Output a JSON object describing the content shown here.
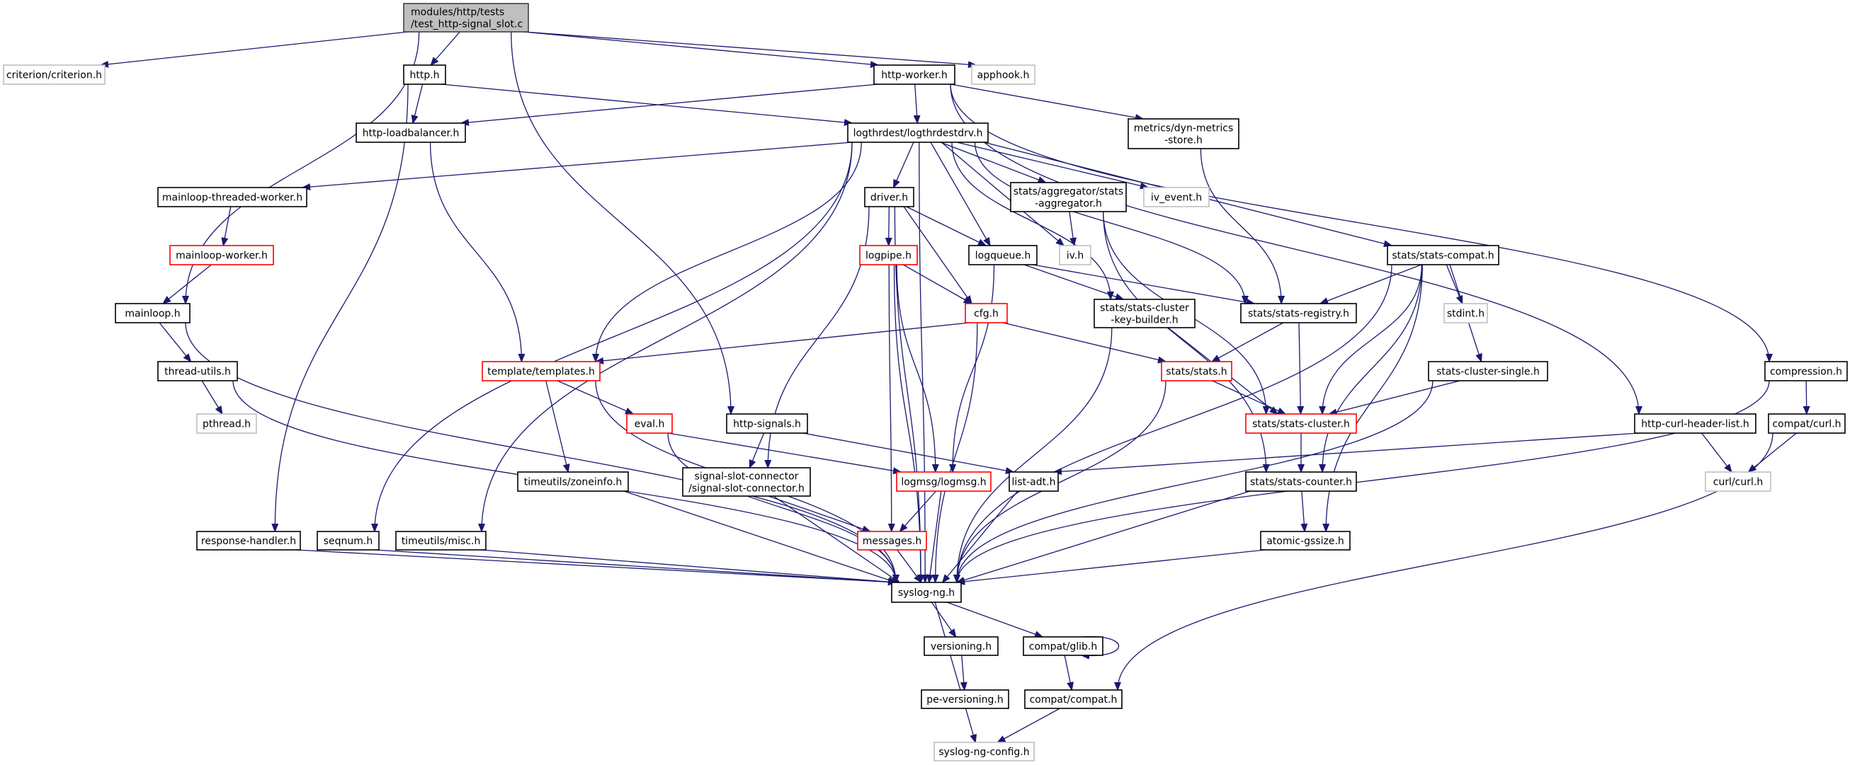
{
  "title": "Include dependency graph for modules/http/tests/test_http-signal_slot.c",
  "colors": {
    "edge": "#191970",
    "root_fill": "#bfbfbf",
    "root_border": "#404040",
    "normal_border": "#000000",
    "missing_border": "#bfbfbf",
    "truncated_border": "#ff0000"
  },
  "nodes": [
    {
      "id": "root",
      "label": [
        "modules/http/tests",
        "/test_http-signal_slot.c"
      ],
      "kind": "root"
    },
    {
      "id": "criterion",
      "label": [
        "criterion/criterion.h"
      ],
      "kind": "missing"
    },
    {
      "id": "http",
      "label": [
        "http.h"
      ],
      "kind": "normal"
    },
    {
      "id": "http_worker",
      "label": [
        "http-worker.h"
      ],
      "kind": "normal"
    },
    {
      "id": "apphook",
      "label": [
        "apphook.h"
      ],
      "kind": "missing"
    },
    {
      "id": "http_loadbalancer",
      "label": [
        "http-loadbalancer.h"
      ],
      "kind": "normal"
    },
    {
      "id": "logthrdestdrv",
      "label": [
        "logthrdest/logthrdestdrv.h"
      ],
      "kind": "normal"
    },
    {
      "id": "dyn_metrics",
      "label": [
        "metrics/dyn-metrics",
        "-store.h"
      ],
      "kind": "normal"
    },
    {
      "id": "mainloop_threaded_worker",
      "label": [
        "mainloop-threaded-worker.h"
      ],
      "kind": "normal"
    },
    {
      "id": "driver",
      "label": [
        "driver.h"
      ],
      "kind": "normal"
    },
    {
      "id": "stats_aggregator",
      "label": [
        "stats/aggregator/stats",
        "-aggregator.h"
      ],
      "kind": "normal"
    },
    {
      "id": "iv_event",
      "label": [
        "iv_event.h"
      ],
      "kind": "missing"
    },
    {
      "id": "mainloop_worker",
      "label": [
        "mainloop-worker.h"
      ],
      "kind": "truncated"
    },
    {
      "id": "logpipe",
      "label": [
        "logpipe.h"
      ],
      "kind": "truncated"
    },
    {
      "id": "logqueue",
      "label": [
        "logqueue.h"
      ],
      "kind": "normal"
    },
    {
      "id": "iv",
      "label": [
        "iv.h"
      ],
      "kind": "missing"
    },
    {
      "id": "stats_compat",
      "label": [
        "stats/stats-compat.h"
      ],
      "kind": "normal"
    },
    {
      "id": "mainloop",
      "label": [
        "mainloop.h"
      ],
      "kind": "normal"
    },
    {
      "id": "cfg",
      "label": [
        "cfg.h"
      ],
      "kind": "truncated"
    },
    {
      "id": "key_builder",
      "label": [
        "stats/stats-cluster",
        "-key-builder.h"
      ],
      "kind": "normal"
    },
    {
      "id": "stats_registry",
      "label": [
        "stats/stats-registry.h"
      ],
      "kind": "normal"
    },
    {
      "id": "stdint",
      "label": [
        "stdint.h"
      ],
      "kind": "missing"
    },
    {
      "id": "thread_utils",
      "label": [
        "thread-utils.h"
      ],
      "kind": "normal"
    },
    {
      "id": "templates",
      "label": [
        "template/templates.h"
      ],
      "kind": "truncated"
    },
    {
      "id": "stats",
      "label": [
        "stats/stats.h"
      ],
      "kind": "truncated"
    },
    {
      "id": "stats_cluster_single",
      "label": [
        "stats-cluster-single.h"
      ],
      "kind": "normal"
    },
    {
      "id": "compression",
      "label": [
        "compression.h"
      ],
      "kind": "normal"
    },
    {
      "id": "pthread",
      "label": [
        "pthread.h"
      ],
      "kind": "missing"
    },
    {
      "id": "eval",
      "label": [
        "eval.h"
      ],
      "kind": "truncated"
    },
    {
      "id": "http_signals",
      "label": [
        "http-signals.h"
      ],
      "kind": "normal"
    },
    {
      "id": "stats_cluster",
      "label": [
        "stats/stats-cluster.h"
      ],
      "kind": "truncated"
    },
    {
      "id": "http_curl_header_list",
      "label": [
        "http-curl-header-list.h"
      ],
      "kind": "normal"
    },
    {
      "id": "compat_curl",
      "label": [
        "compat/curl.h"
      ],
      "kind": "normal"
    },
    {
      "id": "zoneinfo",
      "label": [
        "timeutils/zoneinfo.h"
      ],
      "kind": "normal"
    },
    {
      "id": "signal_slot_connector",
      "label": [
        "signal-slot-connector",
        "/signal-slot-connector.h"
      ],
      "kind": "normal"
    },
    {
      "id": "logmsg",
      "label": [
        "logmsg/logmsg.h"
      ],
      "kind": "truncated"
    },
    {
      "id": "list_adt",
      "label": [
        "list-adt.h"
      ],
      "kind": "normal"
    },
    {
      "id": "stats_counter",
      "label": [
        "stats/stats-counter.h"
      ],
      "kind": "normal"
    },
    {
      "id": "curl_curl",
      "label": [
        "curl/curl.h"
      ],
      "kind": "missing"
    },
    {
      "id": "response_handler",
      "label": [
        "response-handler.h"
      ],
      "kind": "normal"
    },
    {
      "id": "seqnum",
      "label": [
        "seqnum.h"
      ],
      "kind": "normal"
    },
    {
      "id": "timeutils_misc",
      "label": [
        "timeutils/misc.h"
      ],
      "kind": "normal"
    },
    {
      "id": "messages",
      "label": [
        "messages.h"
      ],
      "kind": "truncated"
    },
    {
      "id": "atomic_gssize",
      "label": [
        "atomic-gssize.h"
      ],
      "kind": "normal"
    },
    {
      "id": "syslog_ng",
      "label": [
        "syslog-ng.h"
      ],
      "kind": "normal"
    },
    {
      "id": "versioning",
      "label": [
        "versioning.h"
      ],
      "kind": "normal"
    },
    {
      "id": "compat_glib",
      "label": [
        "compat/glib.h"
      ],
      "kind": "normal"
    },
    {
      "id": "pe_versioning",
      "label": [
        "pe-versioning.h"
      ],
      "kind": "normal"
    },
    {
      "id": "compat_compat",
      "label": [
        "compat/compat.h"
      ],
      "kind": "normal"
    },
    {
      "id": "syslog_ng_config",
      "label": [
        "syslog-ng-config.h"
      ],
      "kind": "missing"
    }
  ],
  "edges": [
    [
      "root",
      "criterion"
    ],
    [
      "root",
      "http"
    ],
    [
      "root",
      "http_worker"
    ],
    [
      "root",
      "apphook"
    ],
    [
      "root",
      "mainloop"
    ],
    [
      "root",
      "http_signals"
    ],
    [
      "http",
      "http_loadbalancer"
    ],
    [
      "http",
      "logthrdestdrv"
    ],
    [
      "http",
      "response_handler"
    ],
    [
      "http_worker",
      "http_loadbalancer"
    ],
    [
      "http_worker",
      "logthrdestdrv"
    ],
    [
      "http_worker",
      "dyn_metrics"
    ],
    [
      "http_worker",
      "http_curl_header_list"
    ],
    [
      "http_worker",
      "compression"
    ],
    [
      "http_loadbalancer",
      "templates"
    ],
    [
      "logthrdestdrv",
      "mainloop_threaded_worker"
    ],
    [
      "logthrdestdrv",
      "driver"
    ],
    [
      "logthrdestdrv",
      "stats_aggregator"
    ],
    [
      "logthrdestdrv",
      "iv_event"
    ],
    [
      "logthrdestdrv",
      "logqueue"
    ],
    [
      "logthrdestdrv",
      "iv"
    ],
    [
      "logthrdestdrv",
      "stats_compat"
    ],
    [
      "logthrdestdrv",
      "key_builder"
    ],
    [
      "logthrdestdrv",
      "stats_registry"
    ],
    [
      "logthrdestdrv",
      "templates"
    ],
    [
      "logthrdestdrv",
      "seqnum"
    ],
    [
      "logthrdestdrv",
      "timeutils_misc"
    ],
    [
      "logthrdestdrv",
      "syslog_ng"
    ],
    [
      "dyn_metrics",
      "stats_registry"
    ],
    [
      "mainloop_threaded_worker",
      "mainloop_worker"
    ],
    [
      "mainloop_worker",
      "mainloop"
    ],
    [
      "mainloop",
      "thread_utils"
    ],
    [
      "mainloop",
      "syslog_ng"
    ],
    [
      "thread_utils",
      "pthread"
    ],
    [
      "thread_utils",
      "syslog_ng"
    ],
    [
      "driver",
      "logpipe"
    ],
    [
      "driver",
      "logqueue"
    ],
    [
      "driver",
      "cfg"
    ],
    [
      "driver",
      "signal_slot_connector"
    ],
    [
      "driver",
      "syslog_ng"
    ],
    [
      "stats_aggregator",
      "iv"
    ],
    [
      "stats_aggregator",
      "stats_cluster"
    ],
    [
      "stats_aggregator",
      "stats_counter"
    ],
    [
      "logpipe",
      "cfg"
    ],
    [
      "logpipe",
      "logmsg"
    ],
    [
      "logpipe",
      "messages"
    ],
    [
      "logpipe",
      "syslog_ng"
    ],
    [
      "logqueue",
      "stats_registry"
    ],
    [
      "logqueue",
      "key_builder"
    ],
    [
      "logqueue",
      "logmsg"
    ],
    [
      "cfg",
      "templates"
    ],
    [
      "cfg",
      "stats"
    ],
    [
      "cfg",
      "syslog_ng"
    ],
    [
      "key_builder",
      "stats_cluster"
    ],
    [
      "key_builder",
      "syslog_ng"
    ],
    [
      "stats_registry",
      "stats"
    ],
    [
      "stats_registry",
      "stats_cluster"
    ],
    [
      "stats_compat",
      "stats_registry"
    ],
    [
      "stats_compat",
      "stdint"
    ],
    [
      "stats_compat",
      "stats_cluster_single"
    ],
    [
      "stats_compat",
      "stats_cluster"
    ],
    [
      "stats_compat",
      "stats_counter"
    ],
    [
      "stats_compat",
      "atomic_gssize"
    ],
    [
      "stats_compat",
      "syslog_ng"
    ],
    [
      "templates",
      "eval"
    ],
    [
      "templates",
      "zoneinfo"
    ],
    [
      "templates",
      "syslog_ng"
    ],
    [
      "stats",
      "stats_cluster"
    ],
    [
      "stats",
      "syslog_ng"
    ],
    [
      "stats_cluster_single",
      "stats_cluster"
    ],
    [
      "stats_cluster_single",
      "syslog_ng"
    ],
    [
      "compression",
      "compat_curl"
    ],
    [
      "compression",
      "syslog_ng"
    ],
    [
      "eval",
      "logmsg"
    ],
    [
      "eval",
      "syslog_ng"
    ],
    [
      "http_signals",
      "signal_slot_connector"
    ],
    [
      "http_signals",
      "list_adt"
    ],
    [
      "stats_cluster",
      "stats_counter"
    ],
    [
      "http_curl_header_list",
      "list_adt"
    ],
    [
      "http_curl_header_list",
      "curl_curl"
    ],
    [
      "compat_curl",
      "curl_curl"
    ],
    [
      "compat_curl",
      "compat_compat"
    ],
    [
      "zoneinfo",
      "syslog_ng"
    ],
    [
      "signal_slot_connector",
      "messages"
    ],
    [
      "signal_slot_connector",
      "syslog_ng"
    ],
    [
      "logmsg",
      "messages"
    ],
    [
      "logmsg",
      "syslog_ng"
    ],
    [
      "list_adt",
      "syslog_ng"
    ],
    [
      "stats_counter",
      "atomic_gssize"
    ],
    [
      "stats_counter",
      "syslog_ng"
    ],
    [
      "response_handler",
      "syslog_ng"
    ],
    [
      "seqnum",
      "syslog_ng"
    ],
    [
      "timeutils_misc",
      "syslog_ng"
    ],
    [
      "messages",
      "syslog_ng"
    ],
    [
      "atomic_gssize",
      "syslog_ng"
    ],
    [
      "syslog_ng",
      "versioning"
    ],
    [
      "syslog_ng",
      "compat_glib"
    ],
    [
      "syslog_ng",
      "syslog_ng_config"
    ],
    [
      "versioning",
      "pe_versioning"
    ],
    [
      "compat_glib",
      "compat_glib"
    ],
    [
      "compat_glib",
      "compat_compat"
    ],
    [
      "compat_compat",
      "syslog_ng_config"
    ]
  ]
}
